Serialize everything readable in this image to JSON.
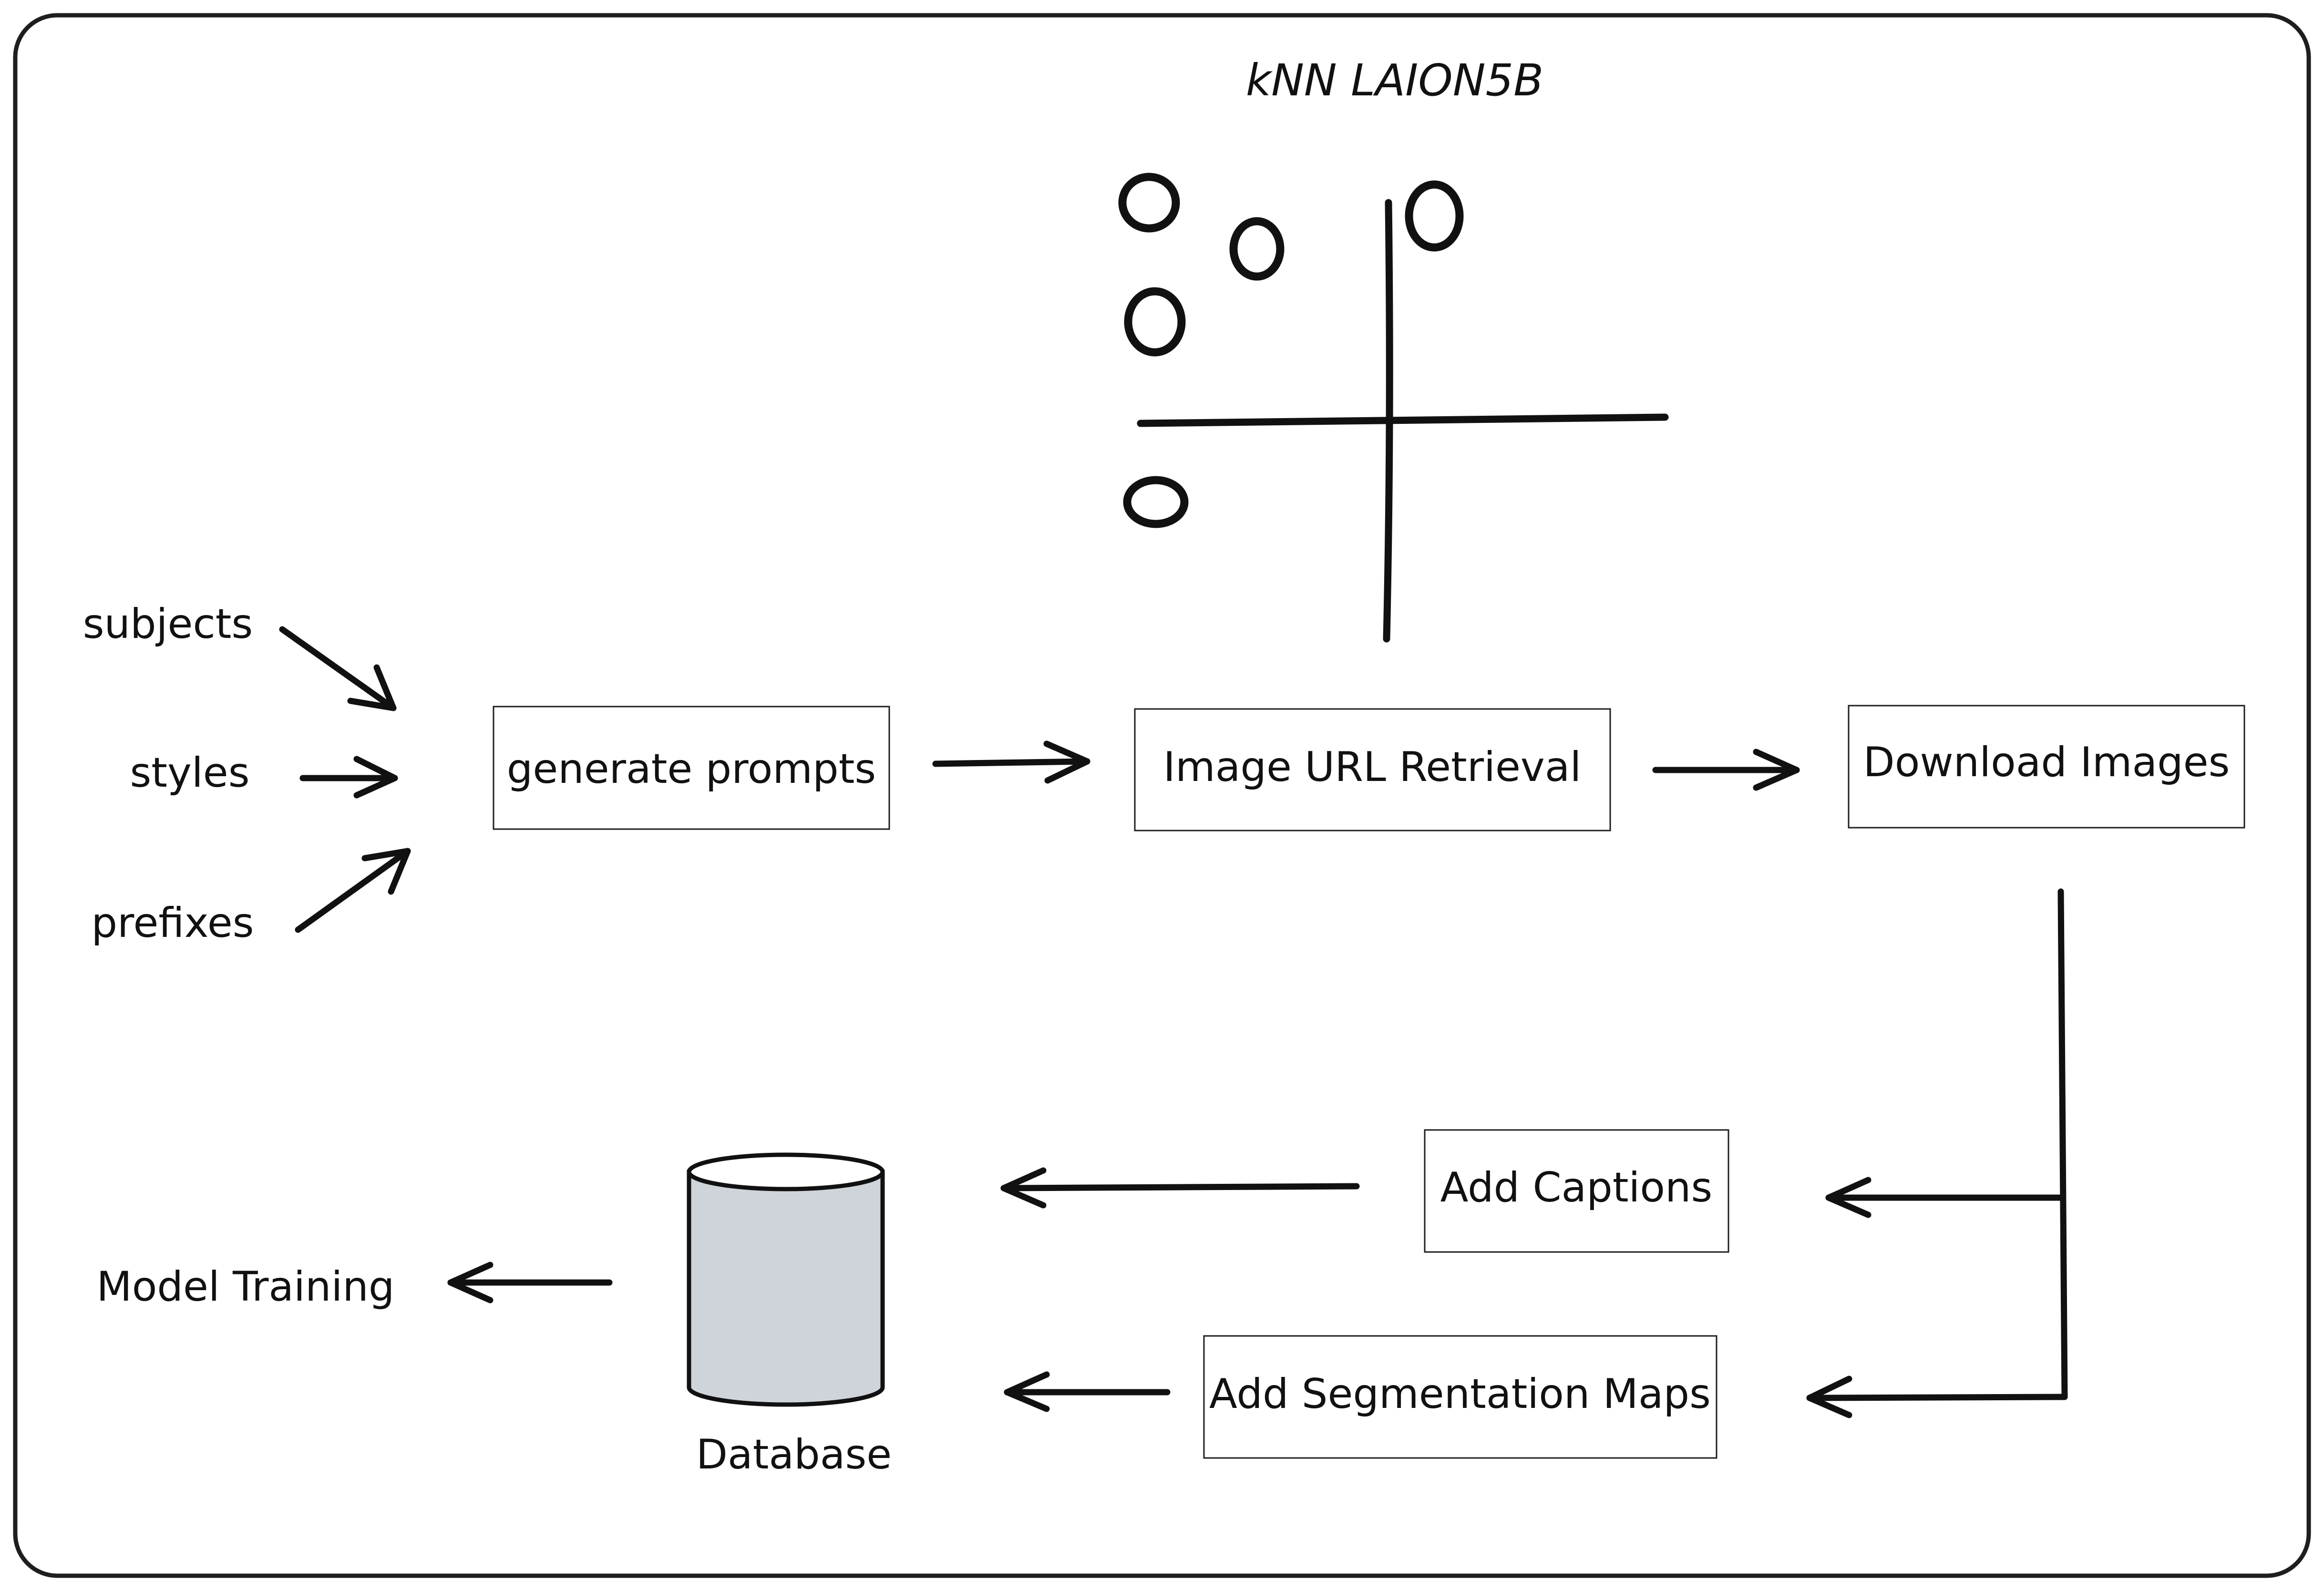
{
  "diagram": {
    "title": "kNN LAION5B",
    "inputs": {
      "subjects": "subjects",
      "styles": "styles",
      "prefixes": "prefixes"
    },
    "nodes": {
      "generate_prompts": "generate prompts",
      "image_url_retrieval": "Image URL Retrieval",
      "download_images": "Download Images",
      "add_captions": "Add Captions",
      "add_segmentation_maps": "Add Segmentation Maps",
      "database": "Database",
      "model_training": "Model Training"
    },
    "colors": {
      "stroke": "#111111",
      "frame": "#1e1e1e",
      "background": "#ffffff",
      "database_fill": "#cfd4da"
    }
  }
}
